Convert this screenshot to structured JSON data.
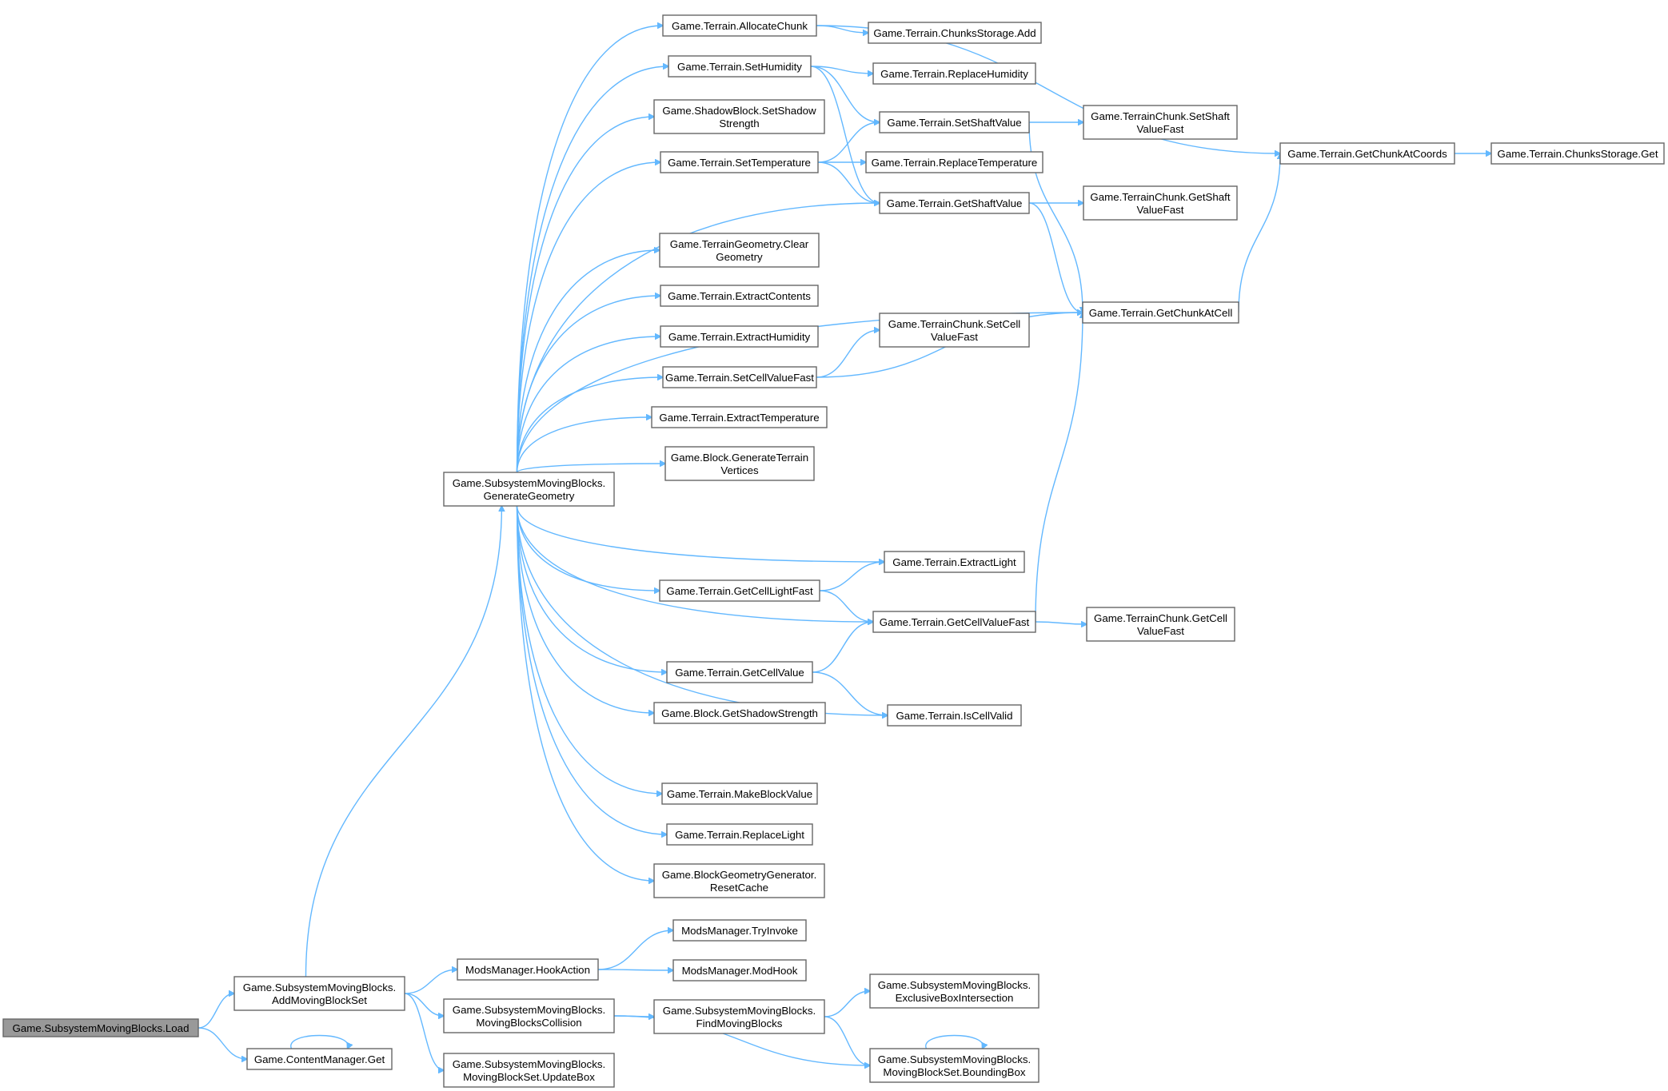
{
  "colors": {
    "edge": "#63b8ff",
    "node_border": "#666666",
    "root_fill": "#999999",
    "node_fill": "#ffffff"
  },
  "nodes": [
    {
      "id": "load",
      "lines": [
        "Game.SubsystemMovingBlocks.Load"
      ]
    },
    {
      "id": "addset",
      "lines": [
        "Game.SubsystemMovingBlocks.",
        "AddMovingBlockSet"
      ]
    },
    {
      "id": "cmget",
      "lines": [
        "Game.ContentManager.Get"
      ]
    },
    {
      "id": "gengeo",
      "lines": [
        "Game.SubsystemMovingBlocks.",
        "GenerateGeometry"
      ]
    },
    {
      "id": "hookaction",
      "lines": [
        "ModsManager.HookAction"
      ]
    },
    {
      "id": "mbcollision",
      "lines": [
        "Game.SubsystemMovingBlocks.",
        "MovingBlocksCollision"
      ]
    },
    {
      "id": "updatebox",
      "lines": [
        "Game.SubsystemMovingBlocks.",
        "MovingBlockSet.UpdateBox"
      ]
    },
    {
      "id": "allocchunk",
      "lines": [
        "Game.Terrain.AllocateChunk"
      ]
    },
    {
      "id": "sethum",
      "lines": [
        "Game.Terrain.SetHumidity"
      ]
    },
    {
      "id": "setshadow",
      "lines": [
        "Game.ShadowBlock.SetShadow",
        "Strength"
      ]
    },
    {
      "id": "settemp",
      "lines": [
        "Game.Terrain.SetTemperature"
      ]
    },
    {
      "id": "cleargeo",
      "lines": [
        "Game.TerrainGeometry.Clear",
        "Geometry"
      ]
    },
    {
      "id": "extcont",
      "lines": [
        "Game.Terrain.ExtractContents"
      ]
    },
    {
      "id": "exthum",
      "lines": [
        "Game.Terrain.ExtractHumidity"
      ]
    },
    {
      "id": "setcellfast",
      "lines": [
        "Game.Terrain.SetCellValueFast"
      ]
    },
    {
      "id": "exttemp",
      "lines": [
        "Game.Terrain.ExtractTemperature"
      ]
    },
    {
      "id": "genverts",
      "lines": [
        "Game.Block.GenerateTerrain",
        "Vertices"
      ]
    },
    {
      "id": "getlightfast",
      "lines": [
        "Game.Terrain.GetCellLightFast"
      ]
    },
    {
      "id": "getcellvalue",
      "lines": [
        "Game.Terrain.GetCellValue"
      ]
    },
    {
      "id": "getshadowstr",
      "lines": [
        "Game.Block.GetShadowStrength"
      ]
    },
    {
      "id": "makeblock",
      "lines": [
        "Game.Terrain.MakeBlockValue"
      ]
    },
    {
      "id": "replight",
      "lines": [
        "Game.Terrain.ReplaceLight"
      ]
    },
    {
      "id": "resetcache",
      "lines": [
        "Game.BlockGeometryGenerator.",
        "ResetCache"
      ]
    },
    {
      "id": "tryinvoke",
      "lines": [
        "ModsManager.TryInvoke"
      ]
    },
    {
      "id": "modhook",
      "lines": [
        "ModsManager.ModHook"
      ]
    },
    {
      "id": "findmb",
      "lines": [
        "Game.SubsystemMovingBlocks.",
        "FindMovingBlocks"
      ]
    },
    {
      "id": "storadd",
      "lines": [
        "Game.Terrain.ChunksStorage.Add"
      ]
    },
    {
      "id": "rephum",
      "lines": [
        "Game.Terrain.ReplaceHumidity"
      ]
    },
    {
      "id": "setshaft",
      "lines": [
        "Game.Terrain.SetShaftValue"
      ]
    },
    {
      "id": "reptemp",
      "lines": [
        "Game.Terrain.ReplaceTemperature"
      ]
    },
    {
      "id": "getshaft",
      "lines": [
        "Game.Terrain.GetShaftValue"
      ]
    },
    {
      "id": "tcsetcell",
      "lines": [
        "Game.TerrainChunk.SetCell",
        "ValueFast"
      ]
    },
    {
      "id": "extlight",
      "lines": [
        "Game.Terrain.ExtractLight"
      ]
    },
    {
      "id": "getcellfast",
      "lines": [
        "Game.Terrain.GetCellValueFast"
      ]
    },
    {
      "id": "iscellvalid",
      "lines": [
        "Game.Terrain.IsCellValid"
      ]
    },
    {
      "id": "exclbox",
      "lines": [
        "Game.SubsystemMovingBlocks.",
        "ExclusiveBoxIntersection"
      ]
    },
    {
      "id": "boundbox",
      "lines": [
        "Game.SubsystemMovingBlocks.",
        "MovingBlockSet.BoundingBox"
      ]
    },
    {
      "id": "tcsetshaft",
      "lines": [
        "Game.TerrainChunk.SetShaft",
        "ValueFast"
      ]
    },
    {
      "id": "tcgetshaft",
      "lines": [
        "Game.TerrainChunk.GetShaft",
        "ValueFast"
      ]
    },
    {
      "id": "getchunkcell",
      "lines": [
        "Game.Terrain.GetChunkAtCell"
      ]
    },
    {
      "id": "tcgetcell",
      "lines": [
        "Game.TerrainChunk.GetCell",
        "ValueFast"
      ]
    },
    {
      "id": "getchunkcoords",
      "lines": [
        "Game.Terrain.GetChunkAtCoords"
      ]
    },
    {
      "id": "storget",
      "lines": [
        "Game.Terrain.ChunksStorage.Get"
      ]
    }
  ],
  "edges": [
    [
      "load",
      "addset"
    ],
    [
      "load",
      "cmget"
    ],
    [
      "cmget",
      "cmget"
    ],
    [
      "addset",
      "gengeo"
    ],
    [
      "addset",
      "hookaction"
    ],
    [
      "addset",
      "mbcollision"
    ],
    [
      "addset",
      "updatebox"
    ],
    [
      "gengeo",
      "allocchunk"
    ],
    [
      "gengeo",
      "sethum"
    ],
    [
      "gengeo",
      "setshadow"
    ],
    [
      "gengeo",
      "settemp"
    ],
    [
      "gengeo",
      "getshaft"
    ],
    [
      "gengeo",
      "cleargeo"
    ],
    [
      "gengeo",
      "extcont"
    ],
    [
      "gengeo",
      "exthum"
    ],
    [
      "gengeo",
      "setcellfast"
    ],
    [
      "gengeo",
      "exttemp"
    ],
    [
      "gengeo",
      "genverts"
    ],
    [
      "gengeo",
      "getchunkcell"
    ],
    [
      "gengeo",
      "extlight"
    ],
    [
      "gengeo",
      "getlightfast"
    ],
    [
      "gengeo",
      "getcellfast"
    ],
    [
      "gengeo",
      "getcellvalue"
    ],
    [
      "gengeo",
      "getshadowstr"
    ],
    [
      "gengeo",
      "iscellvalid"
    ],
    [
      "gengeo",
      "makeblock"
    ],
    [
      "gengeo",
      "replight"
    ],
    [
      "gengeo",
      "resetcache"
    ],
    [
      "allocchunk",
      "storadd"
    ],
    [
      "allocchunk",
      "getchunkcoords"
    ],
    [
      "sethum",
      "rephum"
    ],
    [
      "sethum",
      "setshaft"
    ],
    [
      "sethum",
      "getshaft"
    ],
    [
      "settemp",
      "setshaft"
    ],
    [
      "settemp",
      "reptemp"
    ],
    [
      "settemp",
      "getshaft"
    ],
    [
      "setshaft",
      "tcsetshaft"
    ],
    [
      "setshaft",
      "getchunkcell"
    ],
    [
      "getshaft",
      "tcgetshaft"
    ],
    [
      "getshaft",
      "getchunkcell"
    ],
    [
      "setcellfast",
      "tcsetcell"
    ],
    [
      "setcellfast",
      "getchunkcell"
    ],
    [
      "getlightfast",
      "extlight"
    ],
    [
      "getlightfast",
      "getcellfast"
    ],
    [
      "getcellvalue",
      "getcellfast"
    ],
    [
      "getcellvalue",
      "iscellvalid"
    ],
    [
      "getcellfast",
      "tcgetcell"
    ],
    [
      "getcellfast",
      "getchunkcell"
    ],
    [
      "getchunkcell",
      "getchunkcoords"
    ],
    [
      "getchunkcoords",
      "storget"
    ],
    [
      "hookaction",
      "tryinvoke"
    ],
    [
      "hookaction",
      "modhook"
    ],
    [
      "mbcollision",
      "findmb"
    ],
    [
      "mbcollision",
      "boundbox"
    ],
    [
      "findmb",
      "exclbox"
    ],
    [
      "findmb",
      "boundbox"
    ],
    [
      "boundbox",
      "boundbox"
    ]
  ]
}
